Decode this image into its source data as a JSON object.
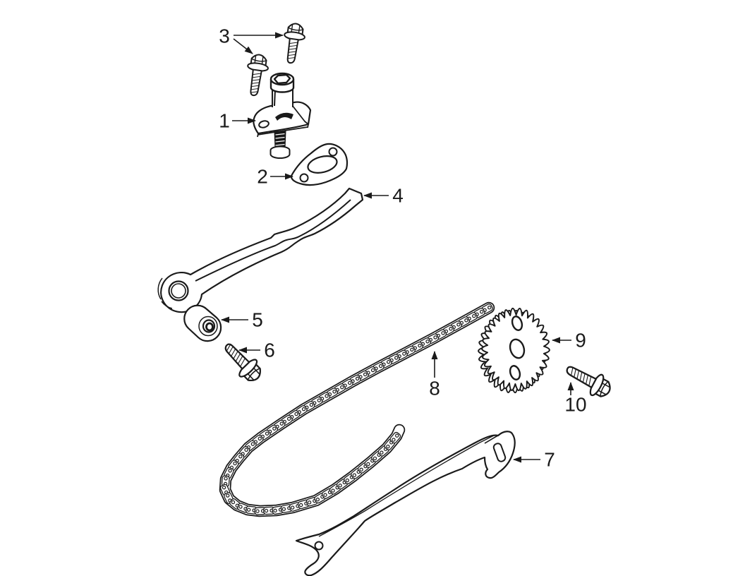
{
  "canvas": {
    "background_color": "#ffffff",
    "line_color": "#1a1a1a"
  },
  "callouts": [
    {
      "label": "1"
    },
    {
      "label": "2"
    },
    {
      "label": "3"
    },
    {
      "label": "4"
    },
    {
      "label": "5"
    },
    {
      "label": "6"
    },
    {
      "label": "7"
    },
    {
      "label": "8"
    },
    {
      "label": "9"
    },
    {
      "label": "10"
    }
  ]
}
